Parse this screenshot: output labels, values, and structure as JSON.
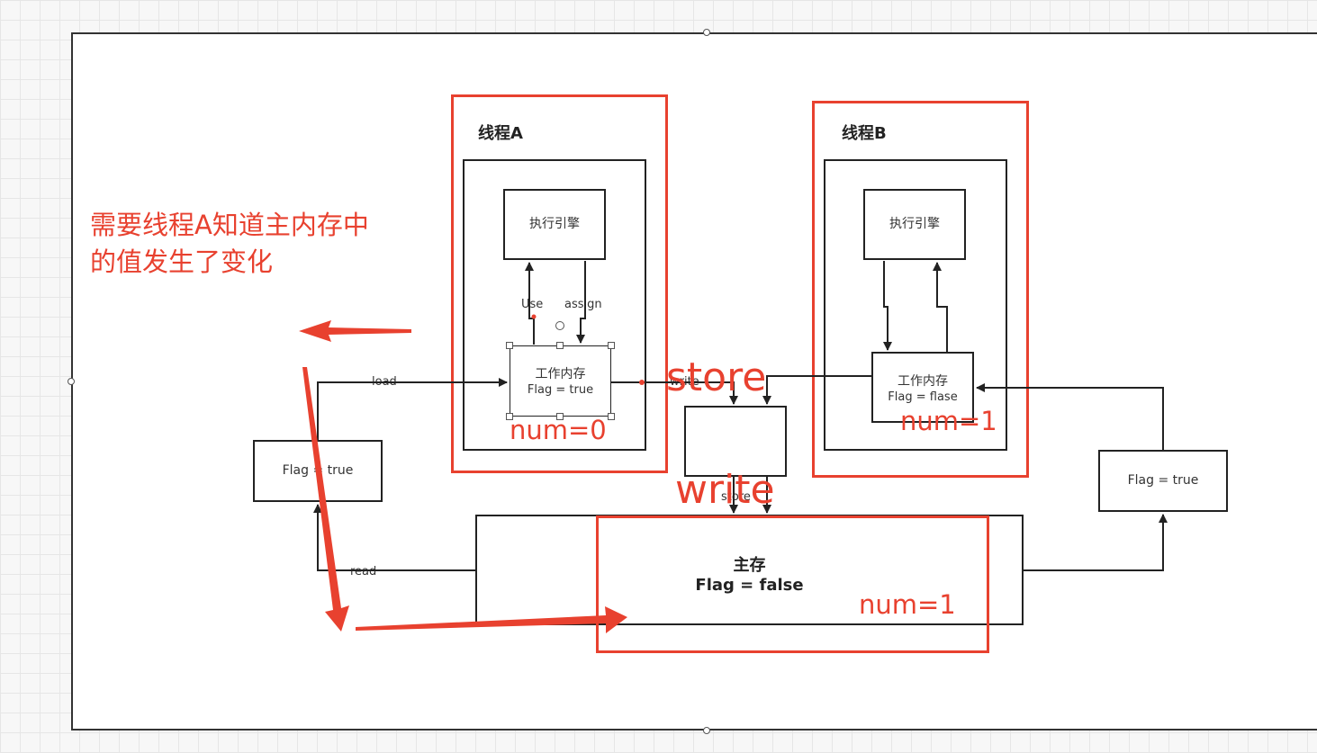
{
  "thread_a": {
    "title": "线程A",
    "engine": "执行引擎",
    "use": "Use",
    "assign": "assign",
    "workmem_line1": "工作内存",
    "workmem_line2": "Flag = true",
    "num": "num=0"
  },
  "thread_b": {
    "title": "线程B",
    "engine": "执行引擎",
    "workmem_line1": "工作内存",
    "workmem_line2": "Flag = flase",
    "num": "num=1"
  },
  "note": {
    "line1": "需要线程A知道主内存中",
    "line2": "的值发生了变化"
  },
  "left_flag": "Flag = true",
  "right_flag": "Flag = true",
  "load_label": "load",
  "read_label": "read",
  "write_small": "write",
  "store_small": "store",
  "store_big": "store",
  "write_big": "write",
  "main_memory": {
    "title": "主存",
    "flag": "Flag = false",
    "num": "num=1"
  },
  "colors": {
    "annotation_red": "#e8412f",
    "line": "#333333"
  }
}
